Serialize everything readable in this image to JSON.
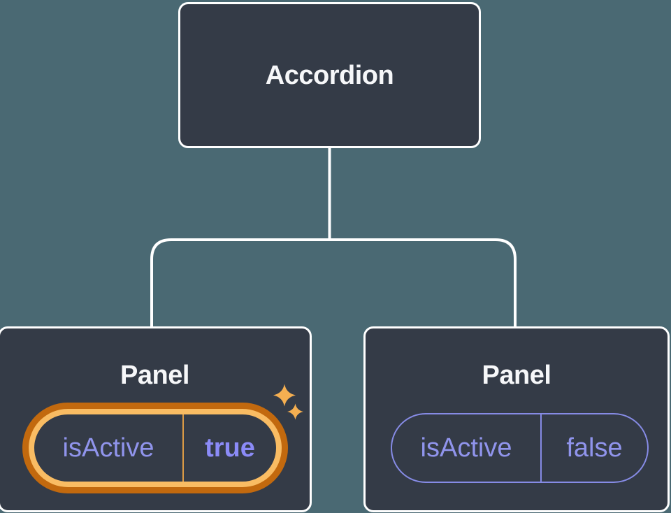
{
  "diagram": {
    "description": "Component tree: parent component with two child components each holding isActive state",
    "root_component": {
      "label": "Accordion"
    },
    "panels": [
      {
        "label": "Panel",
        "state_key": "isActive",
        "state_value": "true",
        "highlighted": true
      },
      {
        "label": "Panel",
        "state_key": "isActive",
        "state_value": "false",
        "highlighted": false
      }
    ]
  },
  "icons": {
    "highlight": "sparkles-icon"
  },
  "colors": {
    "background": "#4A6973",
    "node_fill": "#343B47",
    "node_border": "#FFFFFF",
    "title_text": "#F6F7F9",
    "state_text": "#9094EC",
    "state_value_active": "#8B8BF7",
    "pill_border": "#868BE5",
    "active_ring_outer": "#C2690E",
    "active_ring_inner": "#F9BC63",
    "active_divider": "#DD9B45",
    "sparkle": "#F5AF51"
  }
}
